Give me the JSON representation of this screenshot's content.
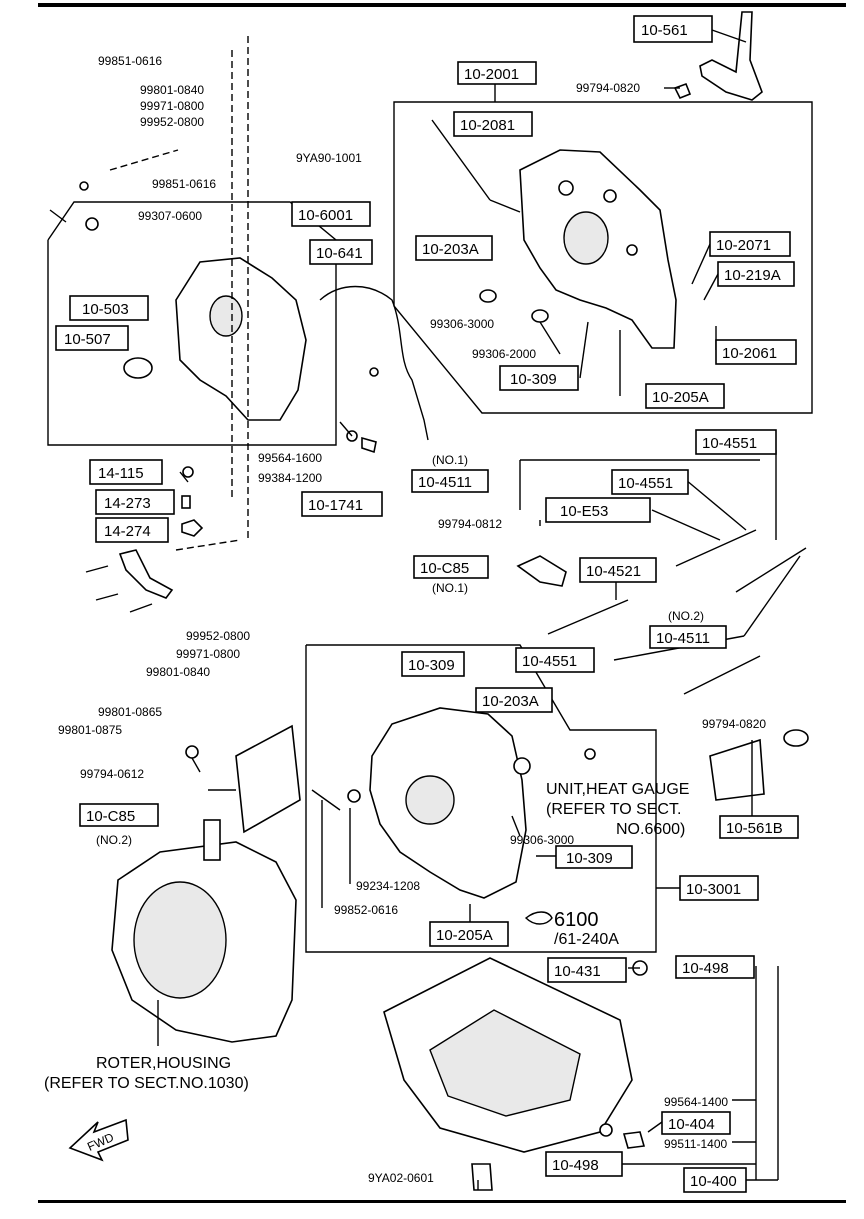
{
  "callouts": {
    "c10_561": "10-561",
    "c99794_0820_top": "99794-0820",
    "c10_2001": "10-2001",
    "c10_2081": "10-2081",
    "c10_203A_top": "10-203A",
    "c10_2071": "10-2071",
    "c10_219A": "10-219A",
    "c10_2061": "10-2061",
    "c99306_3000_top": "99306-3000",
    "c99306_2000": "99306-2000",
    "c10_309_top": "10-309",
    "c10_205A_top": "10-205A",
    "c99851_0616_a": "99851-0616",
    "c99801_0840_top": "99801-0840",
    "c99971_0800_top": "99971-0800",
    "c99952_0800_top": "99952-0800",
    "c99851_0616_b": "99851-0616",
    "c9YA90_1001": "9YA90-1001",
    "c99307_0600": "99307-0600",
    "c10_6001": "10-6001",
    "c10_641": "10-641",
    "c10_503": "10-503",
    "c10_507": "10-507",
    "c99564_1600": "99564-1600",
    "c99384_1200": "99384-1200",
    "c10_1741": "10-1741",
    "c14_115": "14-115",
    "c14_273": "14-273",
    "c14_274": "14-274",
    "c99952_0800_mid": "99952-0800",
    "c99971_0800_mid": "99971-0800",
    "c99801_0840_mid": "99801-0840",
    "c99801_0865": "99801-0865",
    "c99801_0875": "99801-0875",
    "no1_top": "(NO.1)",
    "c10_4511_top": "10-4511",
    "c10_4551_a": "10-4551",
    "c10_4551_b": "10-4551",
    "c99794_0812": "99794-0812",
    "c10_E53": "10-E53",
    "c10_C85_top": "10-C85",
    "no1_bot": "(NO.1)",
    "c10_4521": "10-4521",
    "no2_right": "(NO.2)",
    "c10_4511_b": "10-4511",
    "c10_4551_c": "10-4551",
    "c10_309_mid": "10-309",
    "c10_203A_mid": "10-203A",
    "c99794_0820_right": "99794-0820",
    "c99794_0612": "99794-0612",
    "c10_C85_bot": "10-C85",
    "no2_left": "(NO.2)",
    "unit_heat_gauge_1": "UNIT,HEAT GAUGE",
    "unit_heat_gauge_2": "(REFER TO SECT.",
    "unit_heat_gauge_3": "NO.6600)",
    "c10_561B": "10-561B",
    "c99306_3000_mid": "99306-3000",
    "c10_309_low": "10-309",
    "c99234_1208": "99234-1208",
    "c10_3001": "10-3001",
    "c99852_0616": "99852-0616",
    "c10_205A_low": "10-205A",
    "ref6100": "6100",
    "ref61_240A": "/61-240A",
    "c10_431": "10-431",
    "c10_498_top": "10-498",
    "roter_housing_1": "ROTER,HOUSING",
    "roter_housing_2": "(REFER TO SECT.NO.1030)",
    "c99564_1400": "99564-1400",
    "c10_404": "10-404",
    "c99511_1400": "99511-1400",
    "fwd": "FWD",
    "c9YA02_0601": "9YA02-0601",
    "c10_498_bot": "10-498",
    "c10_400": "10-400"
  }
}
